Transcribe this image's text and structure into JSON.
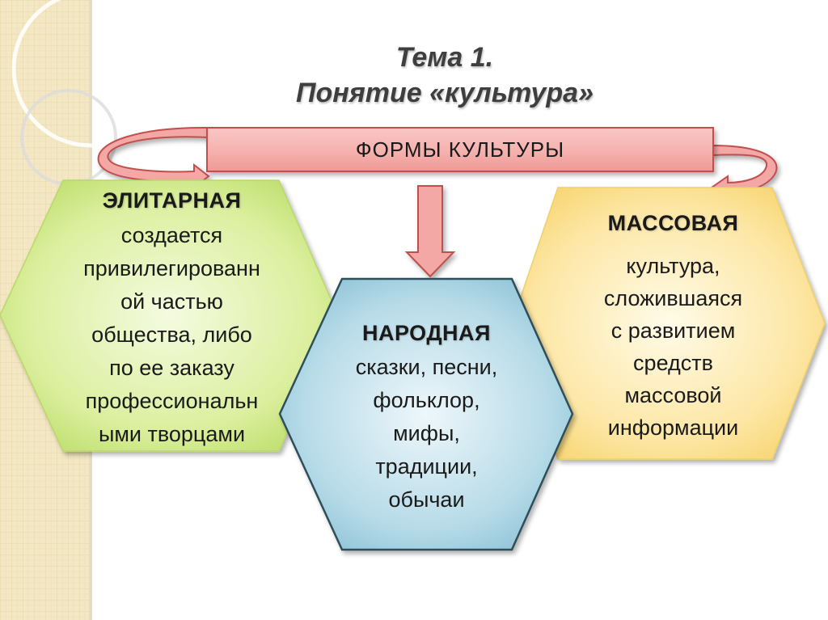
{
  "title": {
    "line1": "Тема 1.",
    "line2": "Понятие «культура»"
  },
  "forms_box": {
    "label": "ФОРМЫ КУЛЬТУРЫ"
  },
  "forms": [
    {
      "heading": "ЭЛИТАРНАЯ",
      "lines": [
        "создается",
        "привилегированн",
        "ой частью",
        "общества, либо",
        "по ее заказу",
        "профессиональн",
        "ыми творцами"
      ]
    },
    {
      "heading": "НАРОДНАЯ",
      "lines": [
        "сказки, песни,",
        "фольклор,",
        "мифы,",
        "традиции,",
        "обычаи"
      ]
    },
    {
      "heading": "МАССОВАЯ",
      "lines": [
        "культура,",
        "сложившаяся",
        "с развитием",
        "средств",
        "массовой",
        "информации"
      ]
    }
  ],
  "colors": {
    "elite_fill": "#d8ec9a",
    "folk_fill": "#a9d3e2",
    "mass_fill": "#fbe29a",
    "arrow_fill": "#f4a8a5",
    "arrow_stroke": "#c0504d",
    "title": "#3e3e3e"
  }
}
